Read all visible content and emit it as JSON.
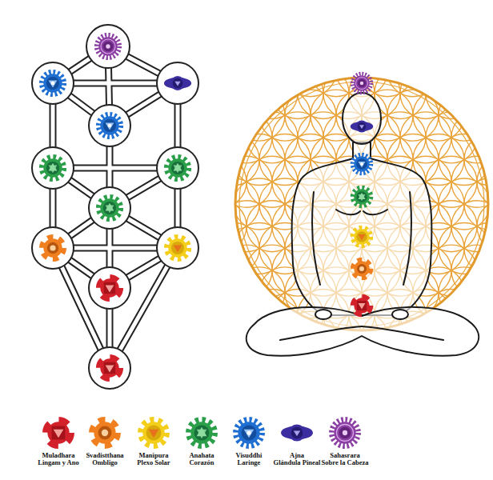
{
  "diagram": {
    "labels": [
      "Muladhara",
      "Lingam y Ano",
      "Svadistthana",
      "Ombligo",
      "Manipura",
      "Plexo Solar",
      "Anahata",
      "Corazón",
      "Visuddhi",
      "Laringe",
      "Ajna",
      "Glándula Pineal",
      "Sahasrara",
      "Sobre la Cabeza"
    ]
  }
}
